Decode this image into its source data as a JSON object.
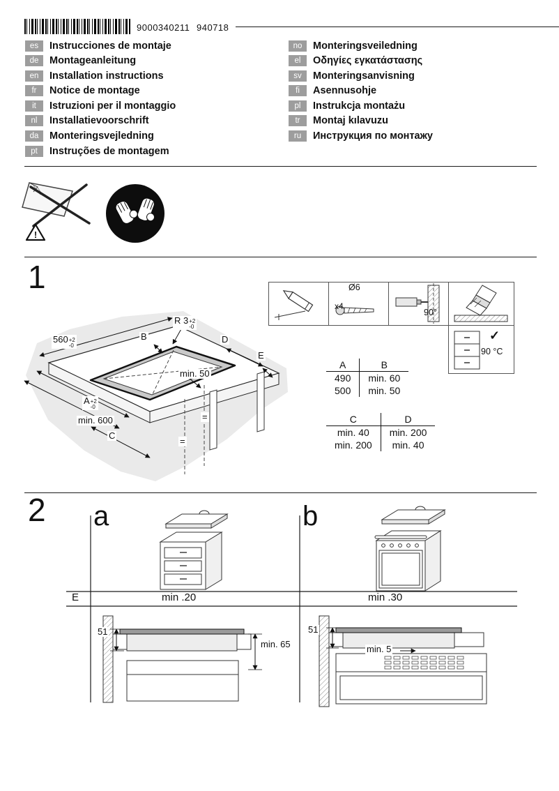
{
  "header": {
    "barcode_number": "9000340211",
    "date_code": "940718"
  },
  "languages": {
    "left": [
      {
        "code": "es",
        "label": "Instrucciones de montaje"
      },
      {
        "code": "de",
        "label": "Montageanleitung"
      },
      {
        "code": "en",
        "label": "Installation instructions"
      },
      {
        "code": "fr",
        "label": "Notice de montage"
      },
      {
        "code": "it",
        "label": "Istruzioni per il montaggio"
      },
      {
        "code": "nl",
        "label": "Installatievoorschrift"
      },
      {
        "code": "da",
        "label": "Monteringsvejledning"
      },
      {
        "code": "pt",
        "label": "Instruções de montagem"
      }
    ],
    "right": [
      {
        "code": "no",
        "label": "Monteringsveiledning"
      },
      {
        "code": "el",
        "label": "Οδηγίες εγκατάστασης"
      },
      {
        "code": "sv",
        "label": "Monteringsanvisning"
      },
      {
        "code": "fi",
        "label": "Asennusohje"
      },
      {
        "code": "pl",
        "label": "Instrukcja montażu"
      },
      {
        "code": "tr",
        "label": "Montaj kılavuzu"
      },
      {
        "code": "ru",
        "label": "Инструкция по монтажу"
      }
    ]
  },
  "warnings": {
    "exclamation": "!"
  },
  "section1": {
    "number": "1",
    "dims": {
      "radius": "R 3",
      "radius_tol_plus": "+2",
      "radius_tol_minus": "-0",
      "width": "560",
      "width_tol_plus": "+2",
      "width_tol_minus": "-0",
      "b": "B",
      "d": "D",
      "e": "E",
      "min50": "min. 50",
      "a": "A",
      "a_tol_plus": "+2",
      "a_tol_minus": "-0",
      "min600": "min. 600",
      "c": "C",
      "equal_top": "=",
      "equal_bottom": "="
    },
    "details": {
      "diameter": "Ø6",
      "screw_count": "x4",
      "angle": "90°",
      "check": "✓",
      "temp": "90 °C"
    },
    "table_ab": {
      "headers": [
        "A",
        "B"
      ],
      "rows": [
        [
          "490",
          "min. 60"
        ],
        [
          "500",
          "min. 50"
        ]
      ]
    },
    "table_cd": {
      "headers": [
        "C",
        "D"
      ],
      "rows": [
        [
          "min. 40",
          "min. 200"
        ],
        [
          "min. 200",
          "min. 40"
        ]
      ]
    }
  },
  "section2": {
    "number": "2",
    "col_a": "a",
    "col_b": "b",
    "row_label": "E",
    "clearance_a": "min .20",
    "clearance_b": "min .30",
    "dim_a_height": "51",
    "dim_a_clearance": "min. 65",
    "dim_b_height": "51",
    "dim_b_clearance": "min. 5"
  }
}
